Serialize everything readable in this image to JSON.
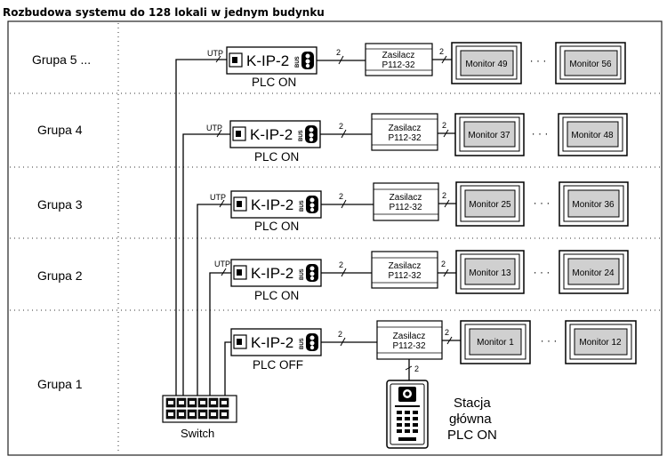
{
  "title": "Rozbudowa systemu do 128 lokali w jednym budynku",
  "groups": [
    {
      "label": "Grupa 5 ...",
      "plc": "PLC ON",
      "mon_first": "Monitor 49",
      "mon_last": "Monitor 56"
    },
    {
      "label": "Grupa 4",
      "plc": "PLC ON",
      "mon_first": "Monitor 37",
      "mon_last": "Monitor 48"
    },
    {
      "label": "Grupa 3",
      "plc": "PLC ON",
      "mon_first": "Monitor 25",
      "mon_last": "Monitor 36"
    },
    {
      "label": "Grupa 2",
      "plc": "PLC ON",
      "mon_first": "Monitor 13",
      "mon_last": "Monitor 24"
    },
    {
      "label": "Grupa 1",
      "plc": "PLC OFF",
      "mon_first": "Monitor 1",
      "mon_last": "Monitor 12"
    }
  ],
  "device_label": "K-IP-2",
  "bus_label": "BUS",
  "utp_label": "UTP",
  "wire_count": "2",
  "ellipsis": "· · ·",
  "power_supply": {
    "line1": "Zasilacz",
    "line2": "P112-32"
  },
  "switch_label": "Switch",
  "station": {
    "line1": "Stacja",
    "line2": "główna",
    "line3": "PLC ON"
  }
}
